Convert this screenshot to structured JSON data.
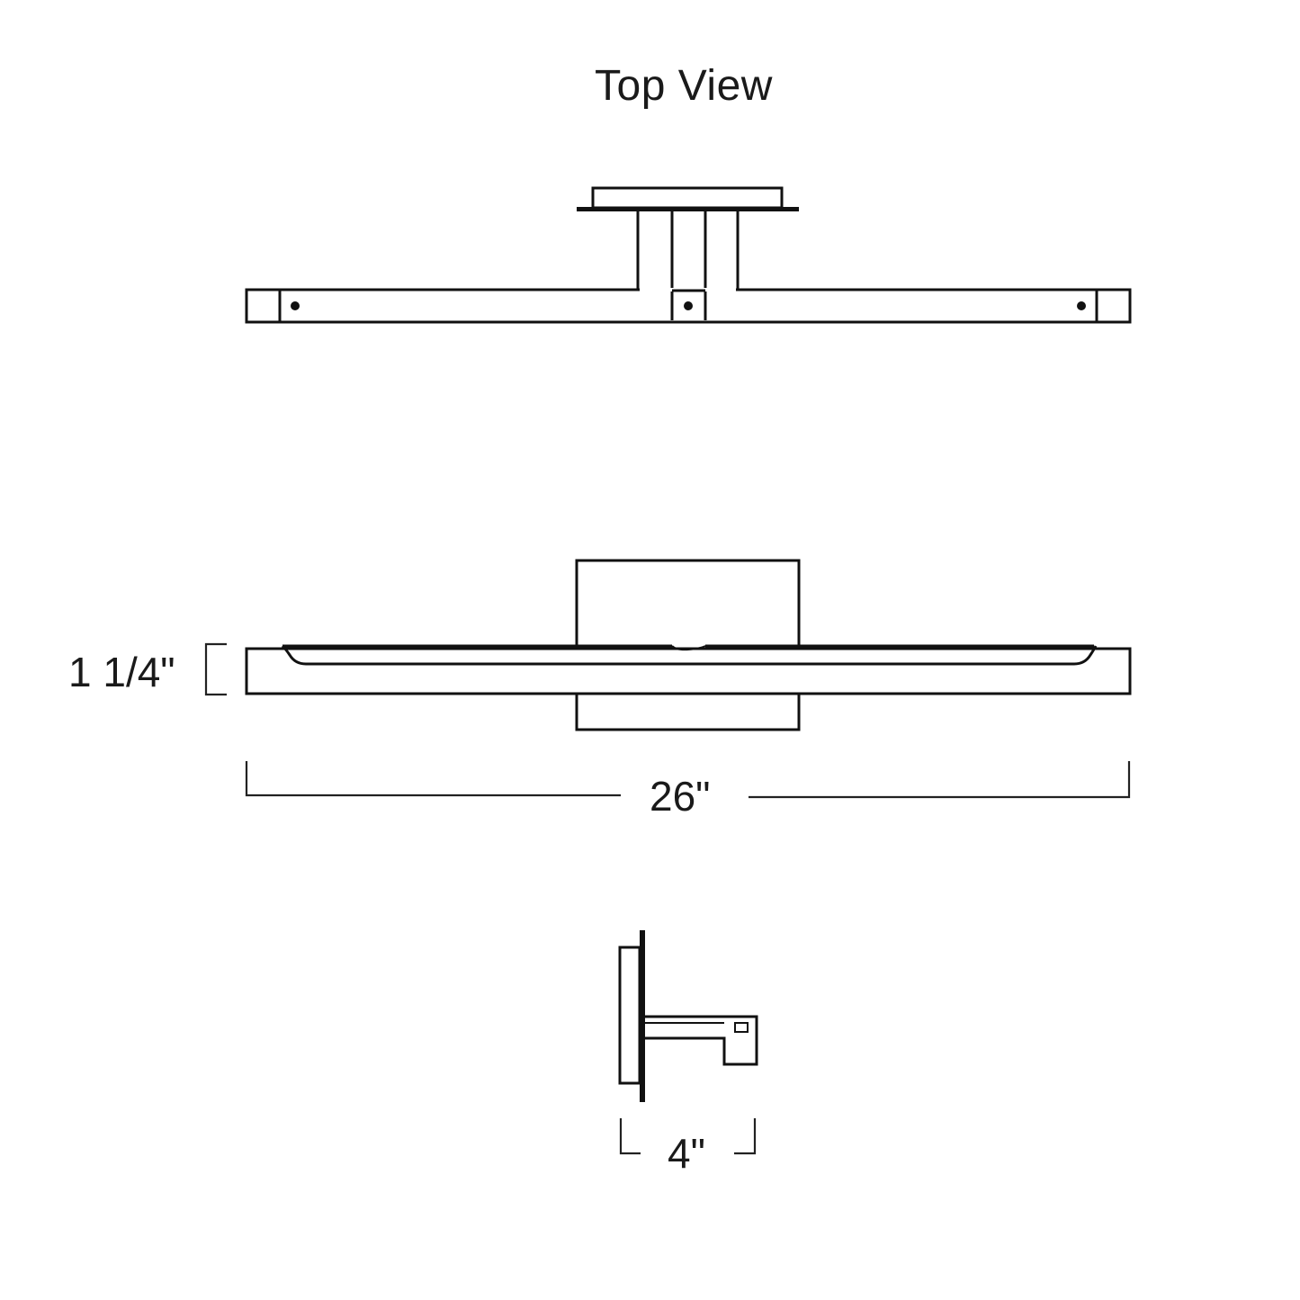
{
  "diagram": {
    "title": "Top View",
    "views": [
      {
        "name": "top-view",
        "label": "Top View"
      },
      {
        "name": "front-view"
      },
      {
        "name": "side-view"
      }
    ],
    "dimensions": {
      "height": "1 1/4\"",
      "width": "26\"",
      "depth": "4\""
    },
    "colors": {
      "line": "#111111",
      "background": "#ffffff"
    }
  }
}
